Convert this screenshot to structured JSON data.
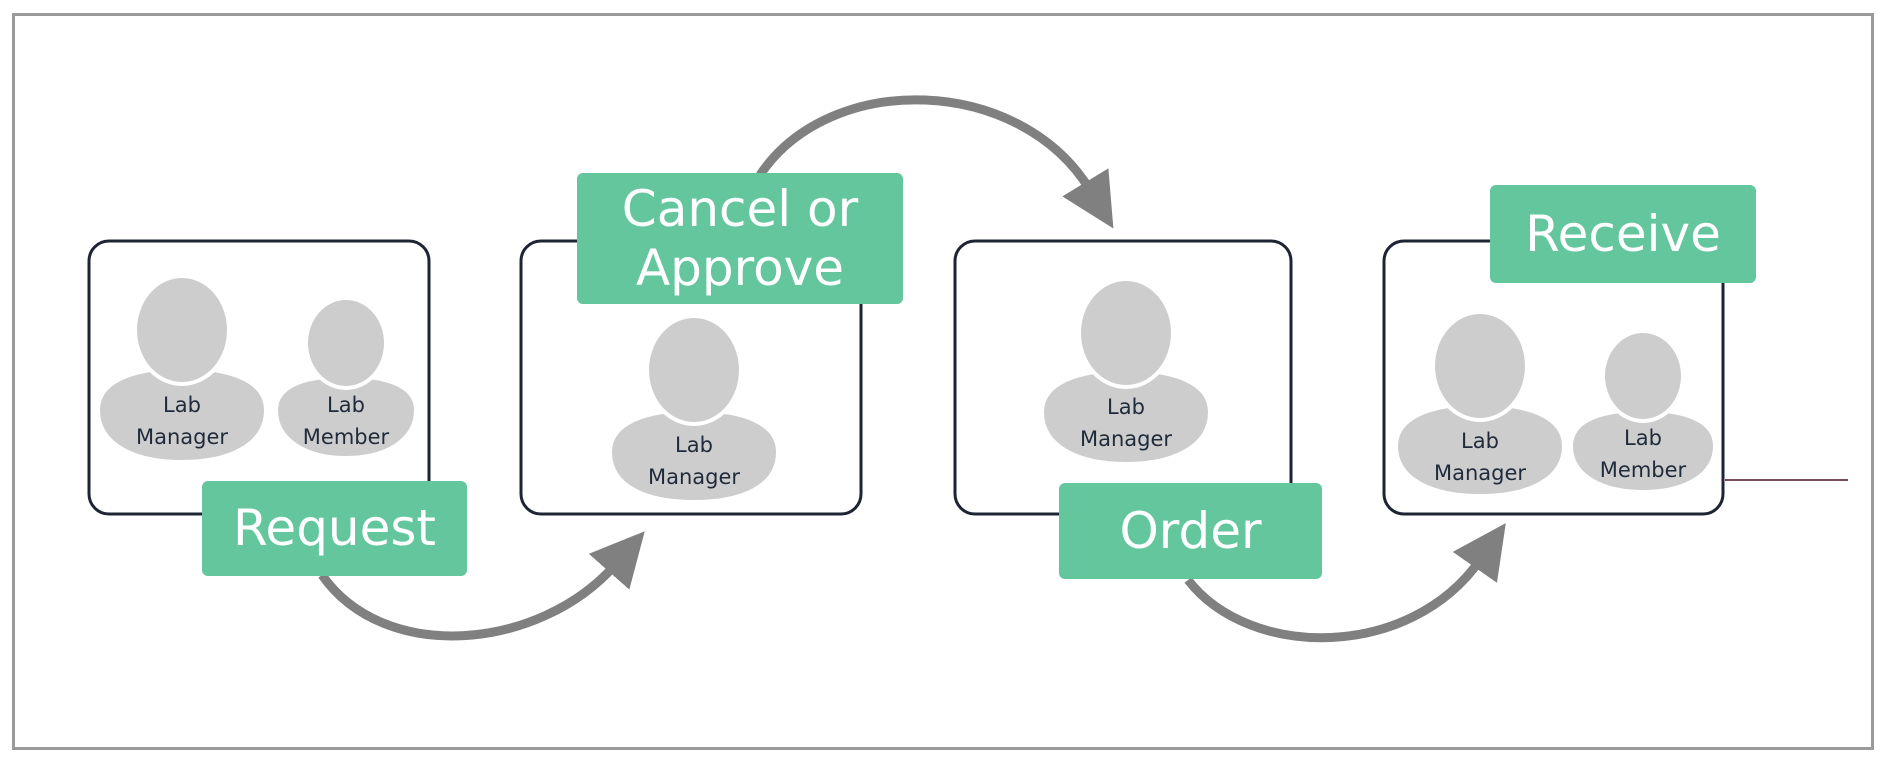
{
  "steps": [
    {
      "action": "Request",
      "roles": [
        "Lab Manager",
        "Lab Member"
      ]
    },
    {
      "action": "Cancel or Approve",
      "action_lines": [
        "Cancel or",
        "Approve"
      ],
      "roles": [
        "Lab Manager"
      ]
    },
    {
      "action": "Order",
      "roles": [
        "Lab Manager"
      ]
    },
    {
      "action": "Receive",
      "roles": [
        "Lab Manager",
        "Lab Member"
      ]
    }
  ],
  "role_lines": {
    "manager": [
      "Lab",
      "Manager"
    ],
    "member": [
      "Lab",
      "Member"
    ]
  },
  "icons": {
    "person": "person-icon",
    "arrow": "curved-arrow-icon"
  },
  "colors": {
    "label_bg": "#63c69c",
    "label_text": "#ffffff",
    "avatar": "#cdcdcd",
    "box_border": "#1e2433",
    "arrow": "#808080"
  }
}
